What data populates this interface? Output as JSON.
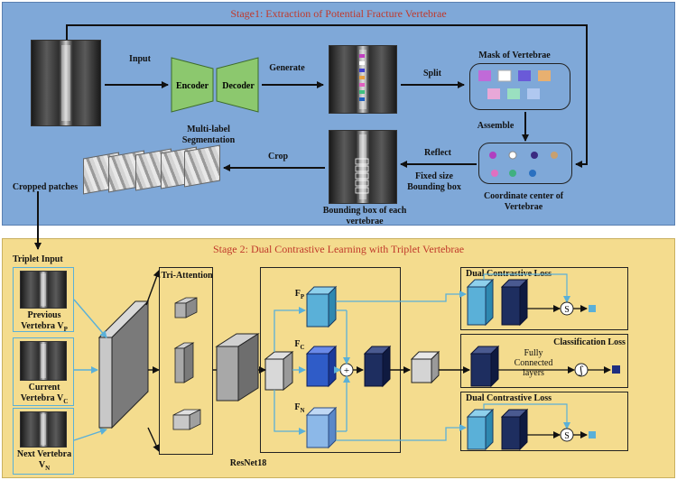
{
  "stage1": {
    "title": "Stage1: Extraction of Potential Fracture Vertebrae",
    "input": "Input",
    "encoder": "Encoder",
    "decoder": "Decoder",
    "multilabel": "Multi-label Segmentation",
    "generate": "Generate",
    "split": "Split",
    "mask": "Mask of Vertebrae",
    "assemble": "Assemble",
    "coordinate": "Coordinate center of Vertebrae",
    "reflect": "Reflect",
    "fixed_size": "Fixed size Bounding box",
    "bbox": "Bounding box of each vertebrae",
    "crop": "Crop",
    "cropped": "Cropped patches"
  },
  "stage2": {
    "title": "Stage 2: Dual Contrastive Learning with Triplet Vertebrae",
    "triplet_input": "Triplet Input",
    "previous": "Previous Vertebra V",
    "previous_sub": "P",
    "current": "Current Vertebra V",
    "current_sub": "C",
    "next": "Next Vertebra V",
    "next_sub": "N",
    "tri_attention": "Tri-Attention",
    "resnet": "ResNet18",
    "fp": "F",
    "fp_sub": "P",
    "fc": "F",
    "fc_sub": "C",
    "fn": "F",
    "fn_sub": "N",
    "plus": "+",
    "dual_loss_top": "Dual Contrastive Loss",
    "classification_loss": "Classification Loss",
    "fully_connected": "Fully Connected layers",
    "dual_loss_bottom": "Dual Contrastive Loss",
    "s_symbol": "S",
    "f_symbol": "ʃ"
  },
  "colors": {
    "stage1_bg": "#7fa8d8",
    "stage2_bg": "#f4dc8e",
    "title_red": "#c0392b",
    "encoder_green": "#8cc86e",
    "light_blue": "#5ab0d8",
    "dark_navy": "#1e2e60",
    "mid_blue": "#2f5cc8",
    "pale_blue": "#8cb8e8"
  }
}
